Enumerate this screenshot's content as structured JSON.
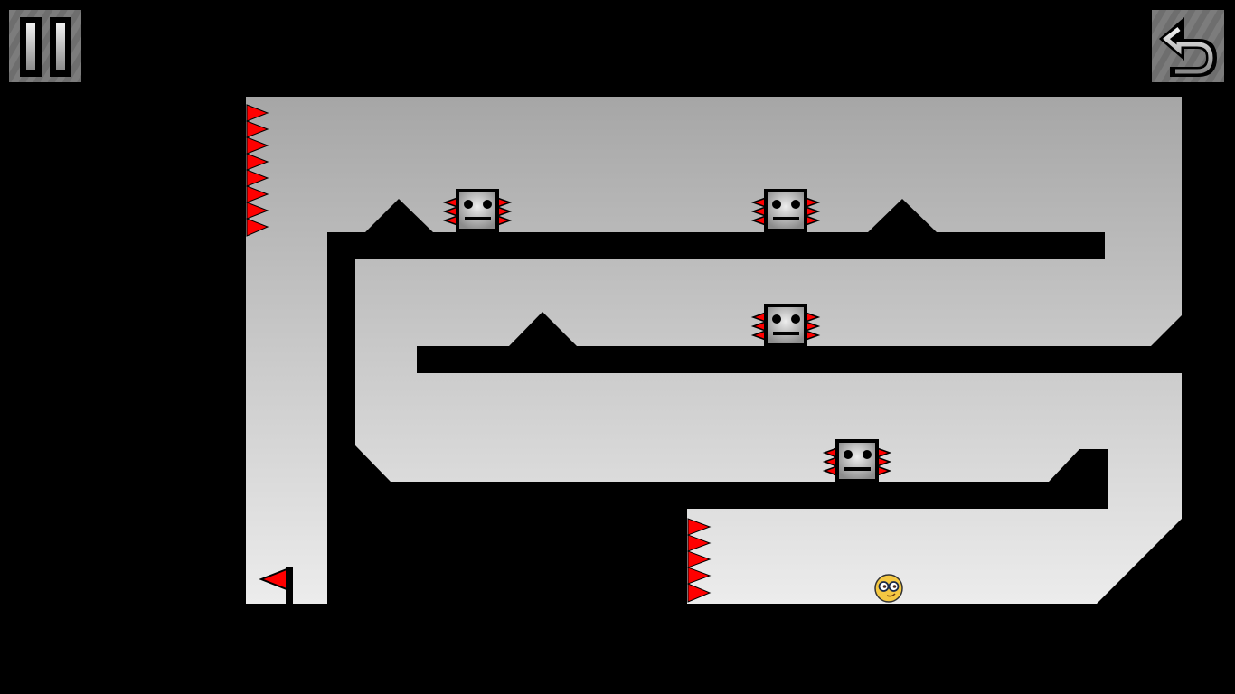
{
  "hud": {
    "pause_icon": "pause-icon",
    "restart_icon": "restart-icon"
  },
  "level": {
    "colors": {
      "background_top": "#a6a6a6",
      "background_bottom": "#ececec",
      "wall": "#000000",
      "spike": "#ff0000",
      "player": "#f5c842",
      "enemy_body": "#b8b8b8"
    },
    "entities": {
      "enemies": [
        "spiked-block-enemy",
        "spiked-block-enemy",
        "spiked-block-enemy",
        "spiked-block-enemy"
      ],
      "player": "smiley-with-glasses",
      "goal": "red-flag"
    }
  }
}
